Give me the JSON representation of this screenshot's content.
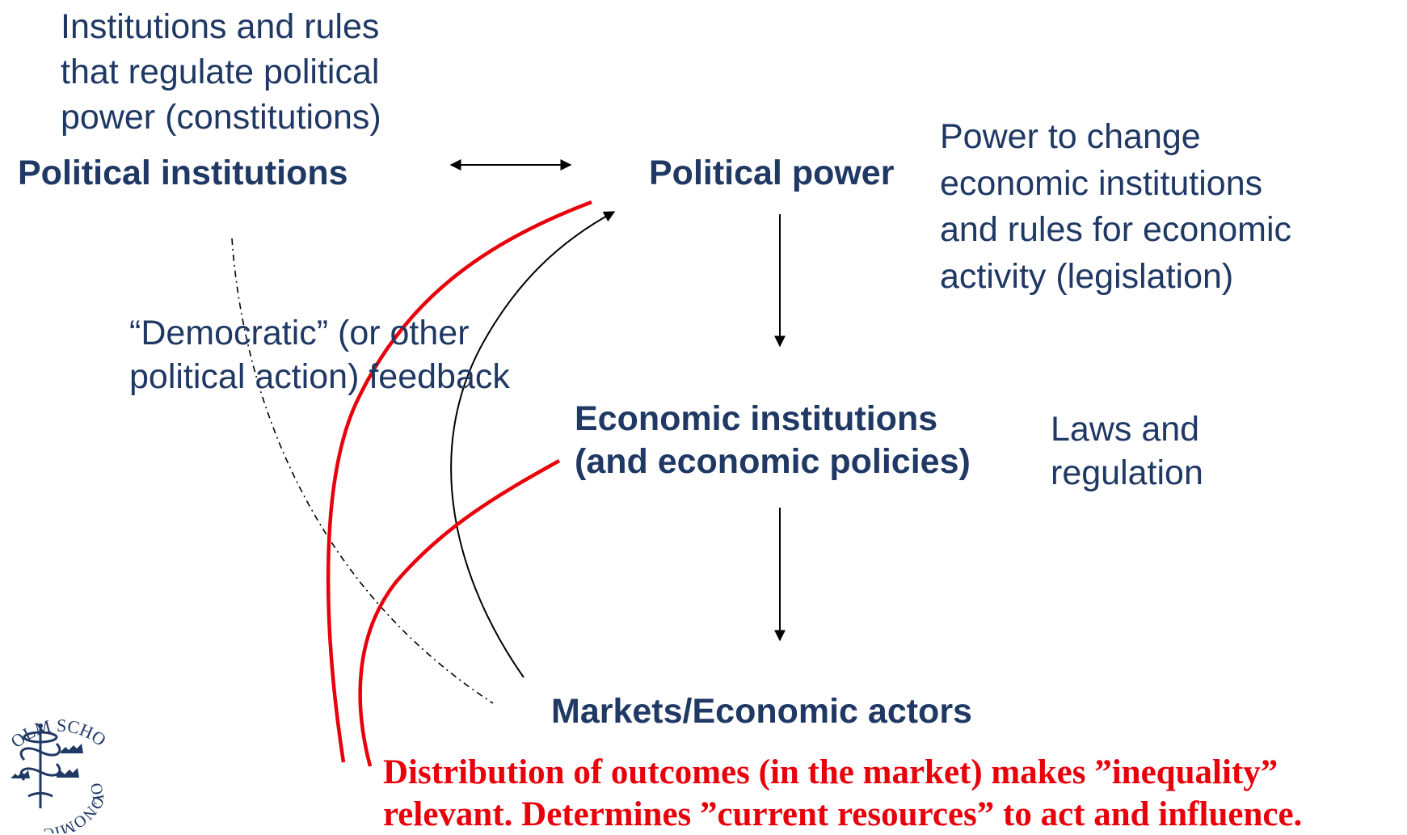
{
  "nodes": {
    "political_institutions": "Political institutions",
    "political_power": "Political power",
    "economic_institutions": "Economic institutions\n(and economic policies)",
    "markets": "Markets/Economic actors"
  },
  "annotations": {
    "constitutions": "Institutions and rules\nthat regulate political\npower (constitutions)",
    "legislation": "Power to change\neconomic institutions\nand rules for economic\nactivity (legislation)",
    "feedback": "“Democratic” (or other\npolitical action) feedback",
    "laws": "Laws and\nregulation",
    "distribution": "Distribution of outcomes (in the market) makes ”inequality”\nrelevant. Determines ”current resources” to act and influence."
  },
  "logo": {
    "text": "STOCKHOLM SCHOOL OF ECONOMICS",
    "color": "#1f3864"
  },
  "colors": {
    "text": "#1f3864",
    "highlight": "#e8000b",
    "arrow": "#000000"
  }
}
